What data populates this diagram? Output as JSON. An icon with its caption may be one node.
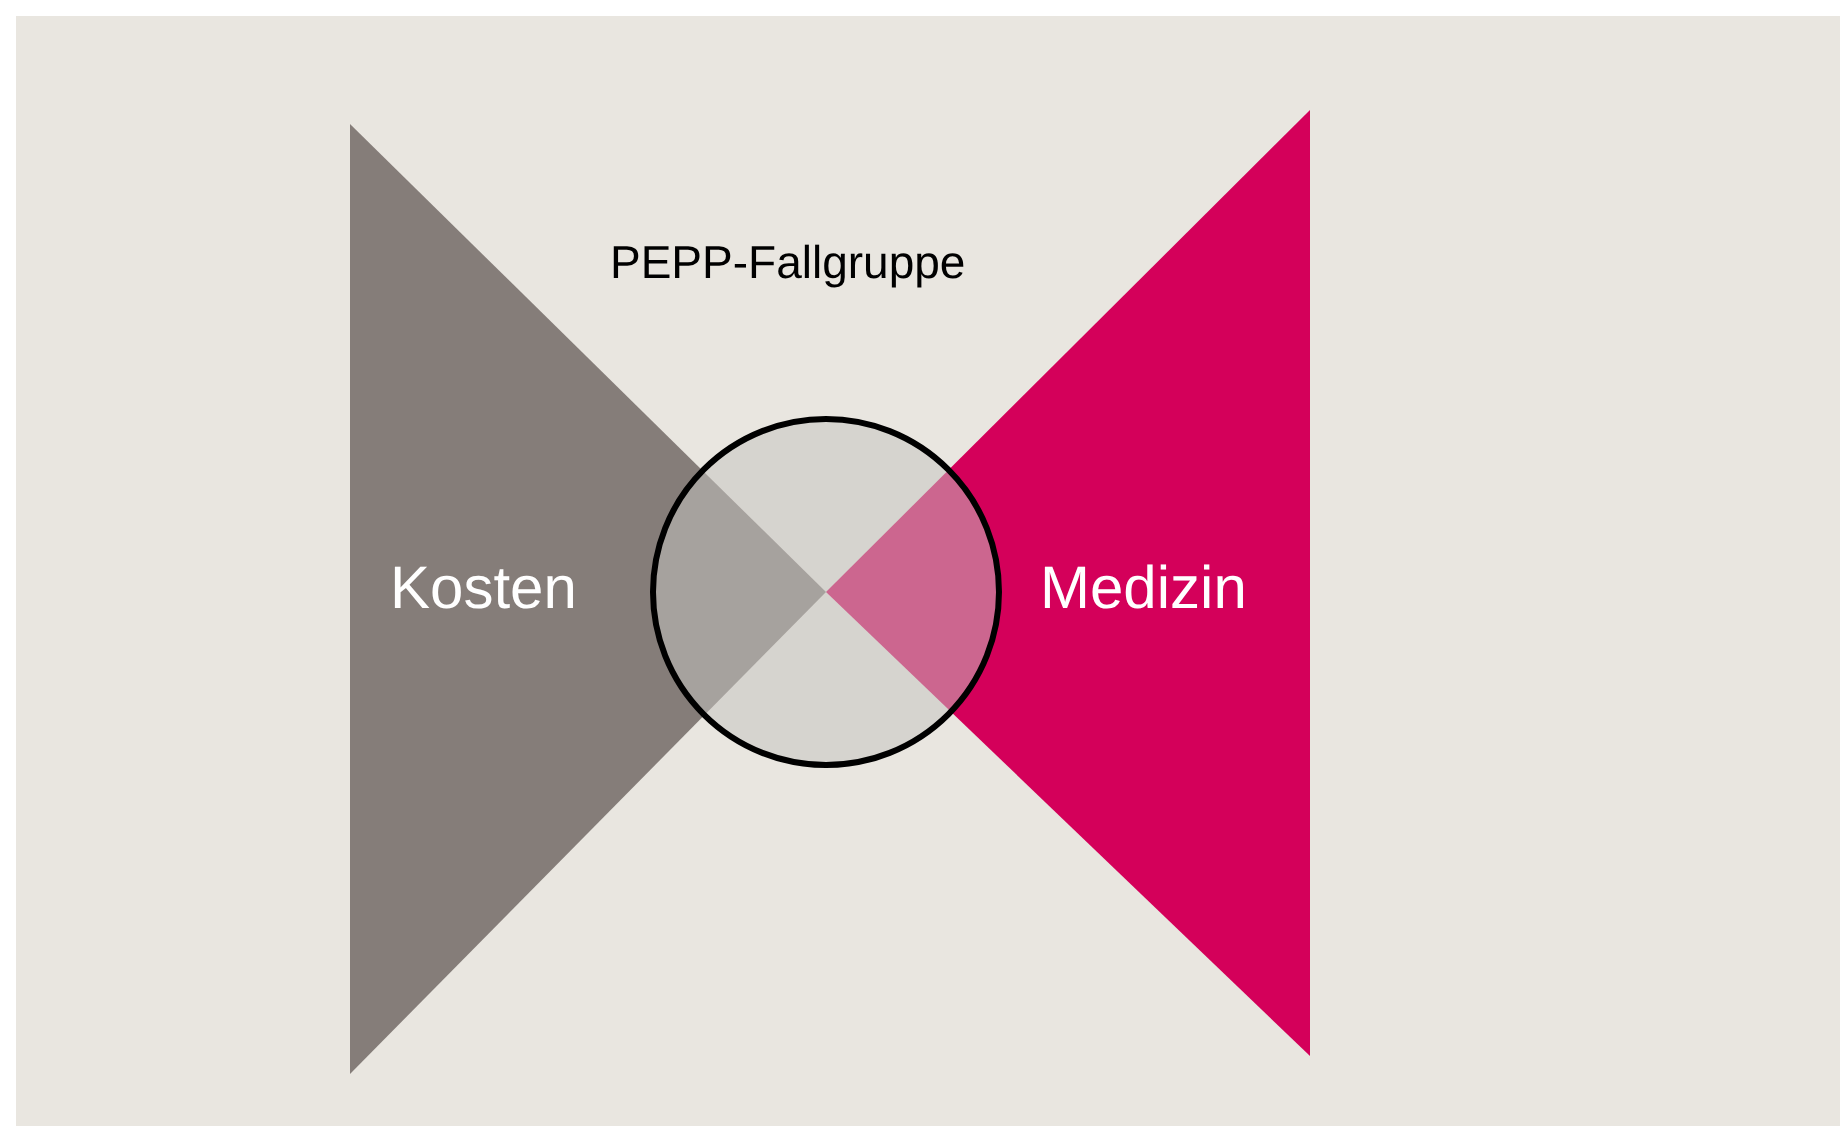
{
  "diagram": {
    "nodes": [
      {
        "text": [
          "Kosten"
        ]
      },
      {
        "text": [
          "Medizin"
        ]
      },
      {
        "text": [],
        "shape": "circle"
      }
    ],
    "labels": [
      "PEPP-Fallgruppe"
    ]
  }
}
